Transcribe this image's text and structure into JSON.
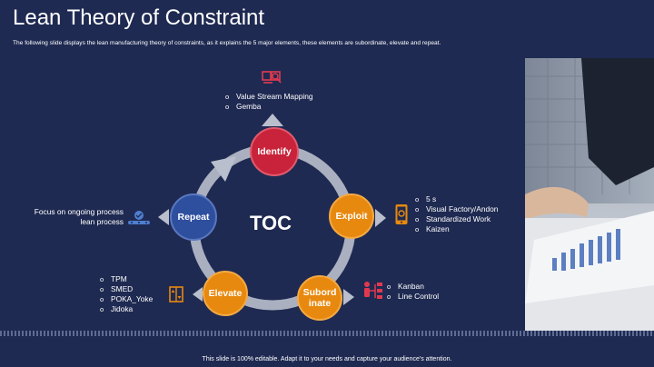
{
  "slide": {
    "title": "Lean Theory of Constraint",
    "subtitle": "The following slide displays the lean manufacturing theory of constraints, as it explains the 5 major elements, these elements are subordinate, elevate and repeat.",
    "footer": "This slide is 100% editable. Adapt it to your needs and capture your audience's attention."
  },
  "diagram": {
    "center_label": "TOC",
    "nodes": {
      "identify": "Identify",
      "exploit": "Exploit",
      "subordinate": "Subord\ninate",
      "elevate": "Elevate",
      "repeat": "Repeat"
    },
    "identify_points": [
      "Value Stream Mapping",
      "Gemba"
    ],
    "exploit_points": [
      "5 s",
      "Visual Factory/Andon",
      "Standardized Work",
      "Kaizen"
    ],
    "subordinate_points": [
      "Kanban",
      "Line Control"
    ],
    "elevate_points": [
      "TPM",
      "SMED",
      "POKA_Yoke",
      "Jidoka"
    ],
    "repeat_note": "Focus on ongoing process lean process"
  },
  "colors": {
    "background": "#1f2a52",
    "identify": "#c8233b",
    "exploit": "#e8890f",
    "subordinate": "#e8890f",
    "elevate": "#e8890f",
    "repeat": "#2e4f9e",
    "cycle_ring": "#b9bfcc"
  },
  "icons": {
    "identify": "search-cubes-icon",
    "exploit": "mobile-gear-icon",
    "subordinate": "org-chart-icon",
    "elevate": "elevator-icon",
    "repeat": "process-conveyor-icon"
  }
}
